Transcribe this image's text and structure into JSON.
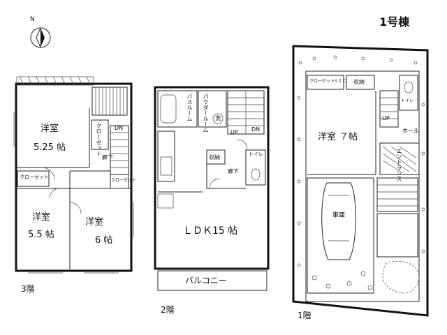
{
  "building": {
    "title": "1号棟"
  },
  "compass": {
    "letter": "N"
  },
  "floors": {
    "f3": {
      "label": "3階",
      "rooms": {
        "western_a_name": "洋室",
        "western_a_size": "5.25 帖",
        "western_b_name": "洋室",
        "western_b_size": "5.5 帖",
        "western_c_name": "洋室",
        "western_c_size": "6 帖",
        "closet_1": "クローゼット",
        "closet_2": "クローゼット",
        "closet_3": "クローゼット",
        "hall": "廊下",
        "stair_dn": "DN"
      }
    },
    "f2": {
      "label": "2階",
      "rooms": {
        "bath": "バスルーム",
        "powder": "パウダールーム",
        "wash": "洗",
        "ldk": "ＬＤＫ15 帖",
        "balcony": "バルコニー",
        "toilet": "トイレ",
        "storage": "収納",
        "hall": "廊下",
        "up": "UP",
        "dn": "DN"
      }
    },
    "f1": {
      "label": "1階",
      "rooms": {
        "western_name": "洋室",
        "western_size": "７帖",
        "closet": "クローゼット",
        "shoe": "ＳＩＣ",
        "storage": "収納",
        "toilet": "トイレ",
        "hall": "ホール",
        "entrance": "エントランス",
        "garage": "車庫",
        "up": "UP"
      }
    }
  }
}
